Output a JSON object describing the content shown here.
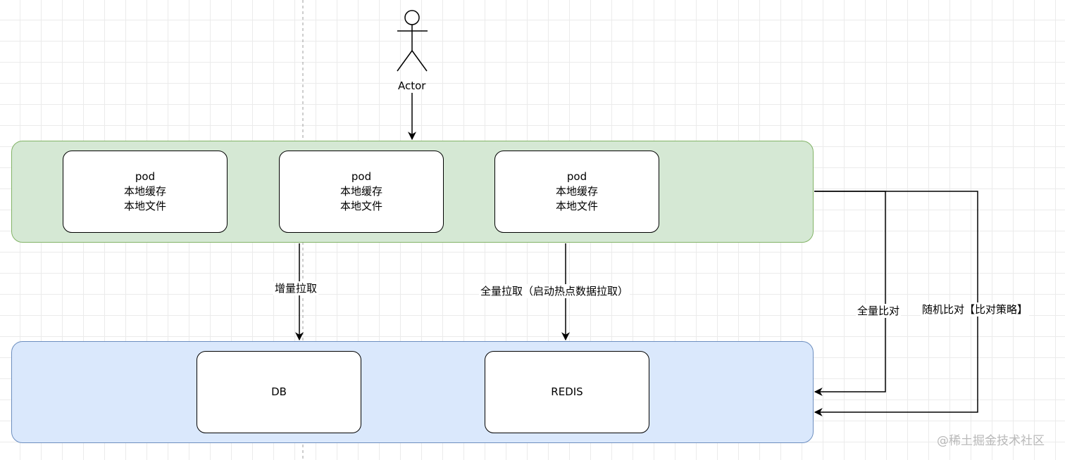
{
  "actor": {
    "label": "Actor"
  },
  "pods": [
    {
      "title": "pod",
      "line1": "本地缓存",
      "line2": "本地文件"
    },
    {
      "title": "pod",
      "line1": "本地缓存",
      "line2": "本地文件"
    },
    {
      "title": "pod",
      "line1": "本地缓存",
      "line2": "本地文件"
    }
  ],
  "storage": [
    {
      "label": "DB"
    },
    {
      "label": "REDIS"
    }
  ],
  "edges": {
    "incremental_pull": "增量拉取",
    "full_pull": "全量拉取（启动热点数据拉取）",
    "full_compare": "全量比对",
    "random_compare": "随机比对【比对策略】"
  },
  "watermark": "@稀土掘金技术社区",
  "colors": {
    "pods_fill": "#d5e8d4",
    "pods_stroke": "#82b366",
    "storage_fill": "#dae8fc",
    "storage_stroke": "#6c8ebf"
  }
}
